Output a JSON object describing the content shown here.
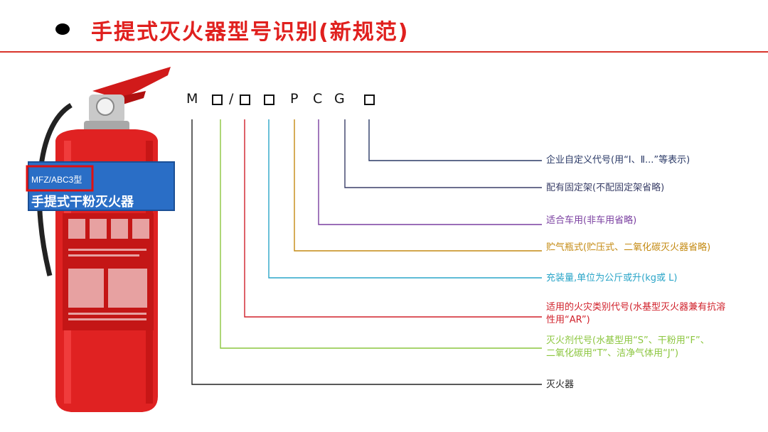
{
  "slide": {
    "title": "手提式灭火器型号识别(新规范)"
  },
  "extinguisher": {
    "model_tag": "MFZ/ABC3型",
    "band_text": "手提式干粉灭火器"
  },
  "code": {
    "m": "M",
    "slash": "/",
    "p": "P",
    "c": "C",
    "g": "G"
  },
  "labels": {
    "custom_code": "企业自定义代号(用“Ⅰ、Ⅱ...”等表示)",
    "fixed_frame": "配有固定架(不配固定架省略)",
    "vehicle": "适合车用(非车用省略)",
    "cylinder": "贮气瓶式(贮压式、二氧化碳灭火器省略)",
    "charge": "充装量,单位为公斤或升(kg或 L)",
    "fire_class_line1": "适用的火灾类别代号(水基型灭火器兼有抗溶",
    "fire_class_line2": "性用“AR”)",
    "agent_line1": "灭火剂代号(水基型用“S”、干粉用“F”、",
    "agent_line2": "二氧化碳用“T”、洁净气体用“J”)",
    "extinguisher": "灭火器"
  },
  "colors": {
    "title_red": "#e0201e",
    "custom_code": "#2b3a67",
    "fixed_frame": "#3a3f68",
    "vehicle": "#7a3fa0",
    "cylinder": "#c48a12",
    "charge": "#2aa5c8",
    "fire_class": "#d0202a",
    "agent": "#8cc63f",
    "extinguisher": "#222222"
  }
}
